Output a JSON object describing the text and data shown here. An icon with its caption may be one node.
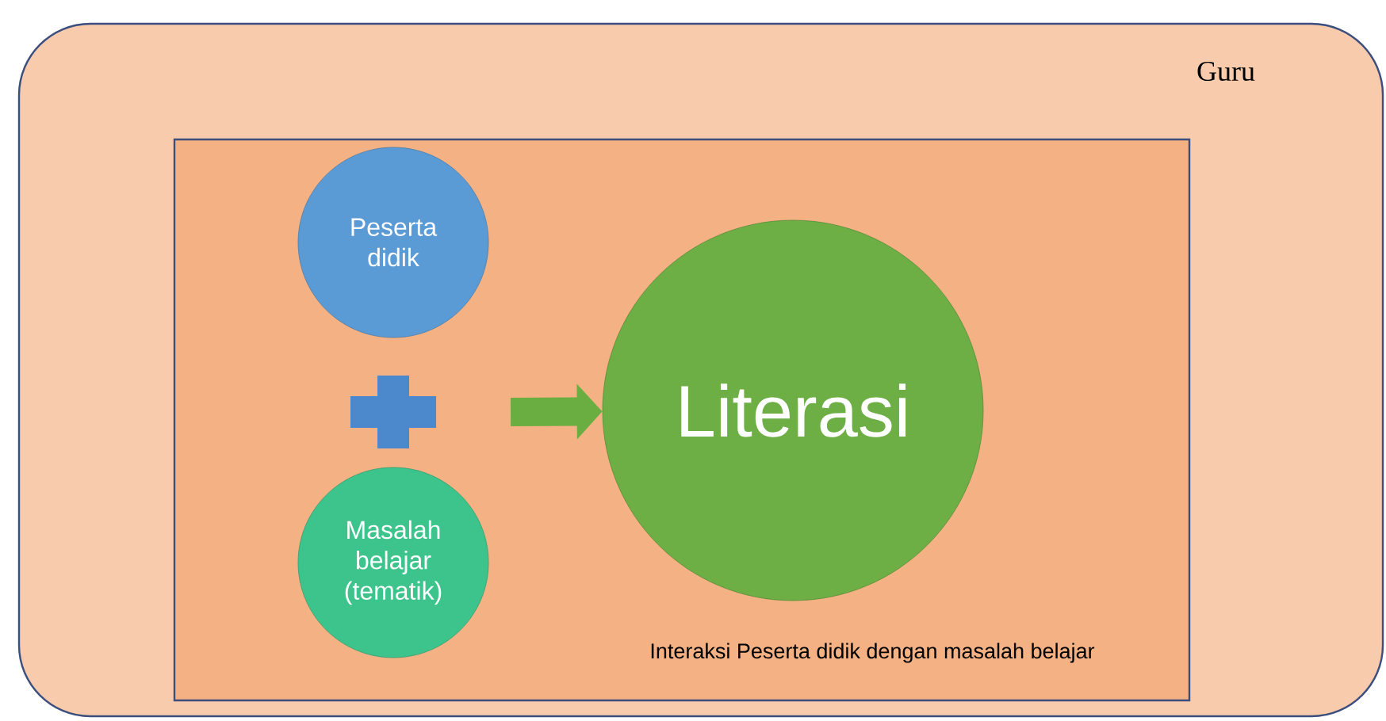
{
  "diagram": {
    "nodes": [
      {
        "text": [
          "Guru"
        ]
      },
      {
        "text": [
          "Interaksi Peserta didik dengan masalah belajar"
        ],
        "in": 0
      },
      {
        "text": [
          "Peserta didik"
        ],
        "in": 1
      },
      {
        "text": [
          "Masalah belajar (tematik)"
        ],
        "in": 1
      },
      {
        "text": [
          "Literasi"
        ],
        "in": 1
      }
    ],
    "edges": [
      {
        "from": null,
        "to": 4,
        "arrow": "to"
      }
    ]
  }
}
